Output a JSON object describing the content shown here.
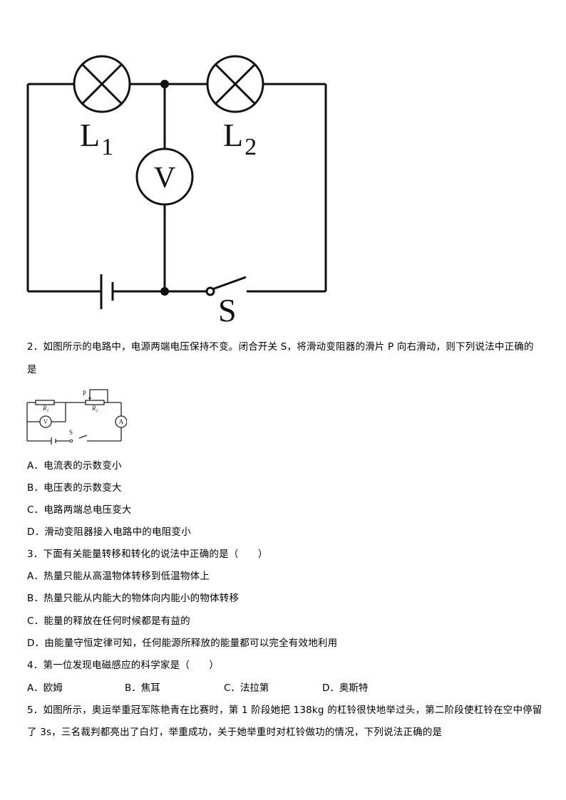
{
  "figure1": {
    "lamp1_label": "L",
    "lamp1_sub": "1",
    "lamp2_label": "L",
    "lamp2_sub": "2",
    "voltmeter_label": "V",
    "switch_label": "S"
  },
  "q2": {
    "line1": "2．如图所示的电路中，电源两端电压保持不变。闭合开关 S，将滑动变阻器的滑片 P 向右滑动，则下列说法中正确的",
    "line2": "是",
    "figure": {
      "slider_label": "P",
      "r1_label": "R",
      "r1_sub": "1",
      "r2_label": "R",
      "r2_sub": "2",
      "voltmeter_label": "V",
      "ammeter_label": "A",
      "switch_label": "S"
    },
    "options": [
      "A．电流表的示数变小",
      "B．电压表的示数变大",
      "C．电路两端总电压变大",
      "D．滑动变阻器接入电路中的电阻变小"
    ]
  },
  "q3": {
    "stem": "3．下面有关能量转移和转化的说法中正确的是（　　）",
    "options": [
      "A．热量只能从高温物体转移到低温物体上",
      "B．热量只能从内能大的物体向内能小的物体转移",
      "C．能量的释放在任何时候都是有益的",
      "D．由能量守恒定律可知，任何能源所释放的能量都可以完全有效地利用"
    ]
  },
  "q4": {
    "stem": "4．第一位发现电磁感应的科学家是（　　）",
    "options": [
      "A．欧姆",
      "B．焦耳",
      "C．法拉第",
      "D．奥斯特"
    ]
  },
  "q5": {
    "line1": "5．如图所示，奥运举重冠军陈艳青在比赛时，第 1 阶段她把 138kg 的杠铃很快地举过头，第二阶段使杠铃在空中停留",
    "line2": "了 3s，三名裁判都亮出了白灯，举重成功，关于她举重时对杠铃做功的情况，下列说法正确的是"
  }
}
